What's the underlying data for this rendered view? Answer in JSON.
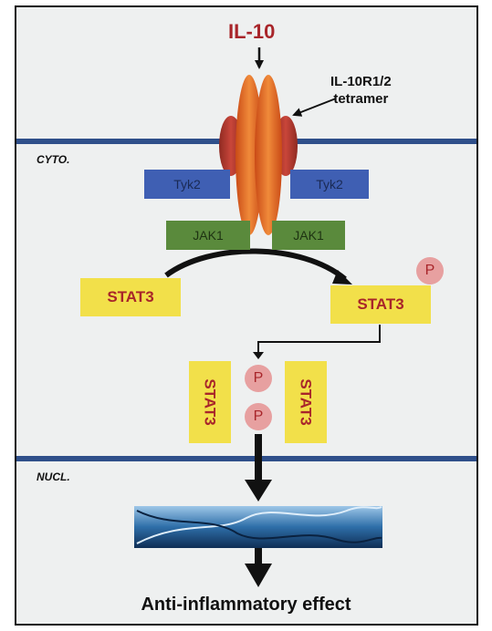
{
  "ligand": "IL-10",
  "receptor": {
    "line1": "IL-10R1/2",
    "line2": "tetramer"
  },
  "compartments": {
    "cytoplasm": "CYTO.",
    "nucleus": "NUCL."
  },
  "kinases": {
    "tyk2_left": "Tyk2",
    "tyk2_right": "Tyk2",
    "jak1_left": "JAK1",
    "jak1_right": "JAK1"
  },
  "stat": {
    "left": "STAT3",
    "right": "STAT3",
    "phospho_badge": "P",
    "dimer_left": "STAT3",
    "dimer_right": "STAT3",
    "dimer_p_top": "P",
    "dimer_p_bottom": "P"
  },
  "outcome": "Anti-inflammatory effect",
  "colors": {
    "membrane": "#2f4f8a",
    "receptor_outer": "#b83a2e",
    "receptor_inner": "#e0641f",
    "tyk2": "#3f5fb3",
    "jak1": "#5a8a3c",
    "stat3": "#f2e04a",
    "phosphate": "#e7a0a0",
    "label_red": "#a8252a"
  }
}
